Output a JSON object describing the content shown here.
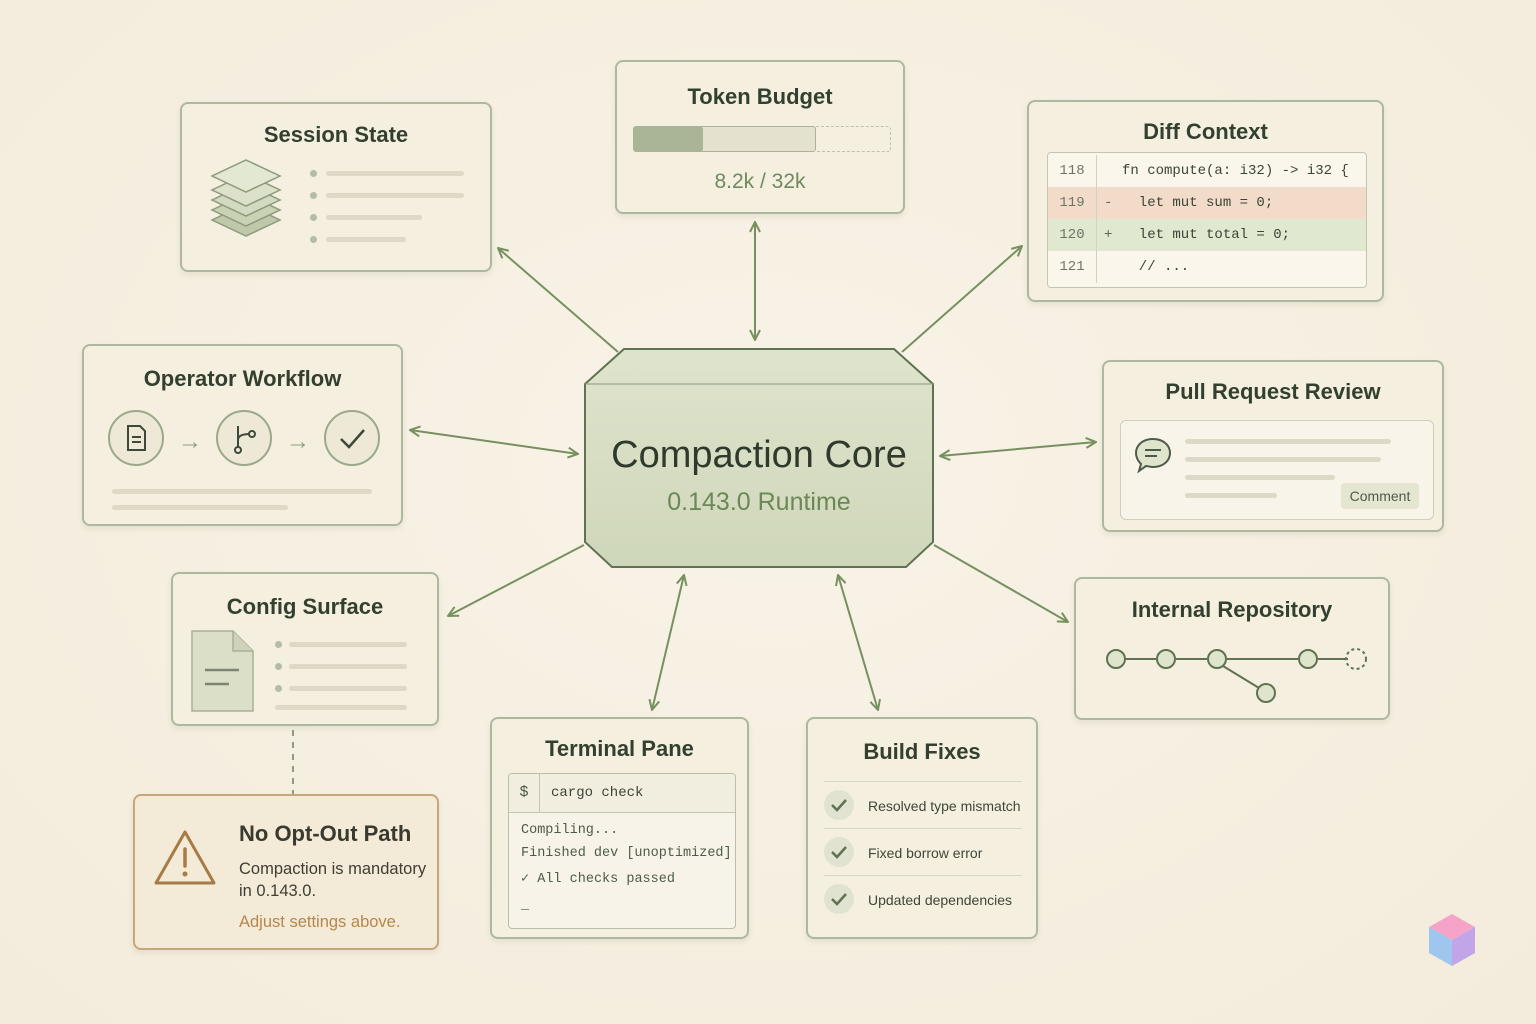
{
  "nodes": {
    "core": {
      "title": "Compaction Core",
      "subtitle": "0.143.0 Runtime"
    },
    "session_state": {
      "title": "Session State"
    },
    "token_budget": {
      "title": "Token Budget",
      "value": "8.2k / 32k",
      "used": 8.2,
      "total": 32
    },
    "diff_context": {
      "title": "Diff Context",
      "rows": [
        {
          "num": "118",
          "sign": "",
          "code": "fn compute(a: i32) -> i32 {",
          "kind": "context"
        },
        {
          "num": "119",
          "sign": "-",
          "code": "  let mut sum = 0;",
          "kind": "removed"
        },
        {
          "num": "120",
          "sign": "+",
          "code": "  let mut total = 0;",
          "kind": "added"
        },
        {
          "num": "121",
          "sign": "",
          "code": "  // ...",
          "kind": "context"
        }
      ]
    },
    "operator_workflow": {
      "title": "Operator Workflow"
    },
    "pull_request_review": {
      "title": "Pull Request Review",
      "button": "Comment"
    },
    "config_surface": {
      "title": "Config Surface"
    },
    "internal_repository": {
      "title": "Internal Repository"
    },
    "terminal_pane": {
      "title": "Terminal Pane",
      "prompt": "$",
      "command": "cargo check",
      "output": [
        "Compiling...",
        "Finished dev [unoptimized]",
        "✓ All checks passed",
        "_"
      ]
    },
    "build_fixes": {
      "title": "Build Fixes",
      "items": [
        "Resolved type mismatch",
        "Fixed borrow error",
        "Updated dependencies"
      ]
    },
    "warning": {
      "title": "No Opt-Out Path",
      "body": "Compaction is mandatory in 0.143.0.",
      "link": "Adjust settings above."
    }
  },
  "colors": {
    "background": "#f6f0e1",
    "accent": "#6c8857",
    "connector": "#76915f",
    "warning": "#b6874c",
    "removed_row": "#f2dcc9",
    "added_row": "#e0e8cf"
  }
}
